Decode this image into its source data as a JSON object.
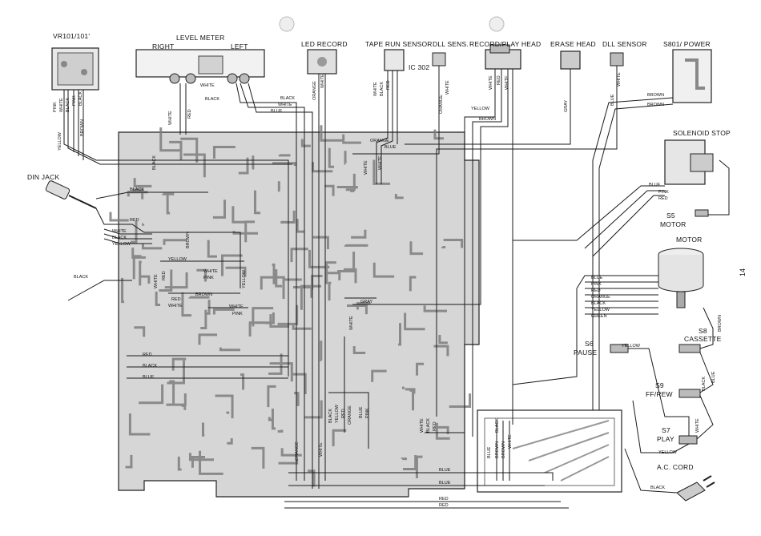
{
  "page_number": "14",
  "components": {
    "vr101": "VR101/101'",
    "level_meter": "LEVEL METER",
    "level_right": "RIGHT",
    "level_left": "LEFT",
    "led_record": "LED RECORD",
    "tape_run_sensor": "TAPE RUN SENSOR",
    "dll_sens": "DLL SENS.",
    "record_play_head": "RECORD/PLAY HEAD",
    "erase_head": "ERASE HEAD",
    "dll_sensor": "DLL SENSOR",
    "s801_power": "S801/ POWER",
    "solenoid_stop": "SOLENOID STOP",
    "s5_motor_a": "S5",
    "s5_motor_b": "MOTOR",
    "motor": "MOTOR",
    "s8": "S8",
    "s8_cassette": "CASSETTE",
    "s6": "S6",
    "s6_pause": "PAUSE",
    "s9": "S9",
    "s9_ffrew": "FF/REW",
    "s7": "S7",
    "s7_play": "PLAY",
    "ac_cord": "A.C. CORD",
    "din_jack": "DIN JACK",
    "ic302": "IC 302"
  },
  "wire_labels": {
    "vr_pink": "PINK",
    "vr_white": "WHITE",
    "vr_black": "BLACK",
    "vr_pink2": "PINK",
    "vr_black2": "BLACK",
    "vr_yellow": "YELLOW",
    "vr_brown": "BROWN",
    "lm_white": "WHITE",
    "lm_black": "BLACK",
    "lm_white2": "WHITE",
    "lm_red": "RED",
    "lm_black2": "BLACK",
    "lm_white3": "WHITE",
    "lm_blue": "BLUE",
    "led_orange": "ORANGE",
    "led_white": "WHITE",
    "trs_white": "WHITE",
    "trs_black": "BLACK",
    "trs_red": "RED",
    "trs_orange": "ORANGE",
    "dll_white": "WHITE",
    "rph_white": "WHITE",
    "rph_red": "RED",
    "rph_white2": "WHITE",
    "rph_yellow": "YELLOW",
    "rph_brown": "BROWN",
    "eh_gray": "GRAY",
    "dllsr_blue": "BLUE",
    "dllsr_white": "WHITE",
    "pw_brown": "BROWN",
    "pw_brown2": "BROWN",
    "top_orange": "ORANGE",
    "top_blue": "BLUE",
    "top_white": "WHITE",
    "top_white2": "WHITE",
    "din_black": "BLACK",
    "din_red": "RED",
    "din_white": "WHITE",
    "din_black2": "BLACK",
    "din_yellow": "YELLOW",
    "b_black": "BLACK",
    "b_yellow": "YELLOW",
    "b_white": "WHITE",
    "b_pink": "PINK",
    "b_yellow2": "YELLOW",
    "b_white2": "WHITE",
    "b_red": "RED",
    "b_brown": "BROWN",
    "b_red2": "RED",
    "b_white3": "WHITE",
    "b_white4": "WHITE",
    "b_pink2": "PINK",
    "b_brown2": "BROWN",
    "b_black3": "BLACK",
    "gray2": "GRAY",
    "white_v": "WHITE",
    "pcb_red": "RED",
    "pcb_black": "BLACK",
    "pcb_blue": "BLUE",
    "bun_black": "BLACK",
    "bun_yellow": "YELLOW",
    "bun_red": "RED",
    "bun_orange": "ORANGE",
    "bun_blue": "BLUE",
    "bun_pink": "PINK",
    "low_orange": "ORANGE",
    "low_white": "WHITE",
    "low_white2": "WHITE",
    "low_black": "BLACK",
    "low_red": "RED",
    "bot_blue": "BLUE",
    "bot_blue2": "BLUE",
    "bot_red": "RED",
    "bot_red2": "RED",
    "ac_black": "BLACK",
    "sb_blue": "BLUE",
    "sb_brown": "BROWN",
    "sb_brown2": "BROWN",
    "sb_white": "WHITE",
    "sb_black": "BLACK",
    "sol_blue": "BLUE",
    "sol_pink": "PINK",
    "sol_red": "RED",
    "m_blue": "BLUE",
    "m_pink": "PINK",
    "m_red": "RED",
    "m_orange": "ORANGE",
    "m_black": "BLACK",
    "m_yellow": "YELLOW",
    "m_green": "GREEN",
    "m_brown": "BROWN",
    "s6_yellow": "YELLOW",
    "s9_black": "BLACK",
    "s9_blue": "BLUE",
    "s7_white": "WHITE",
    "s7_yellow": "YELLOW"
  },
  "colors": {
    "ink": "#1a1a1a",
    "paper": "#ffffff",
    "board": "#dcdcdc",
    "trace": "#8c8c8c"
  }
}
